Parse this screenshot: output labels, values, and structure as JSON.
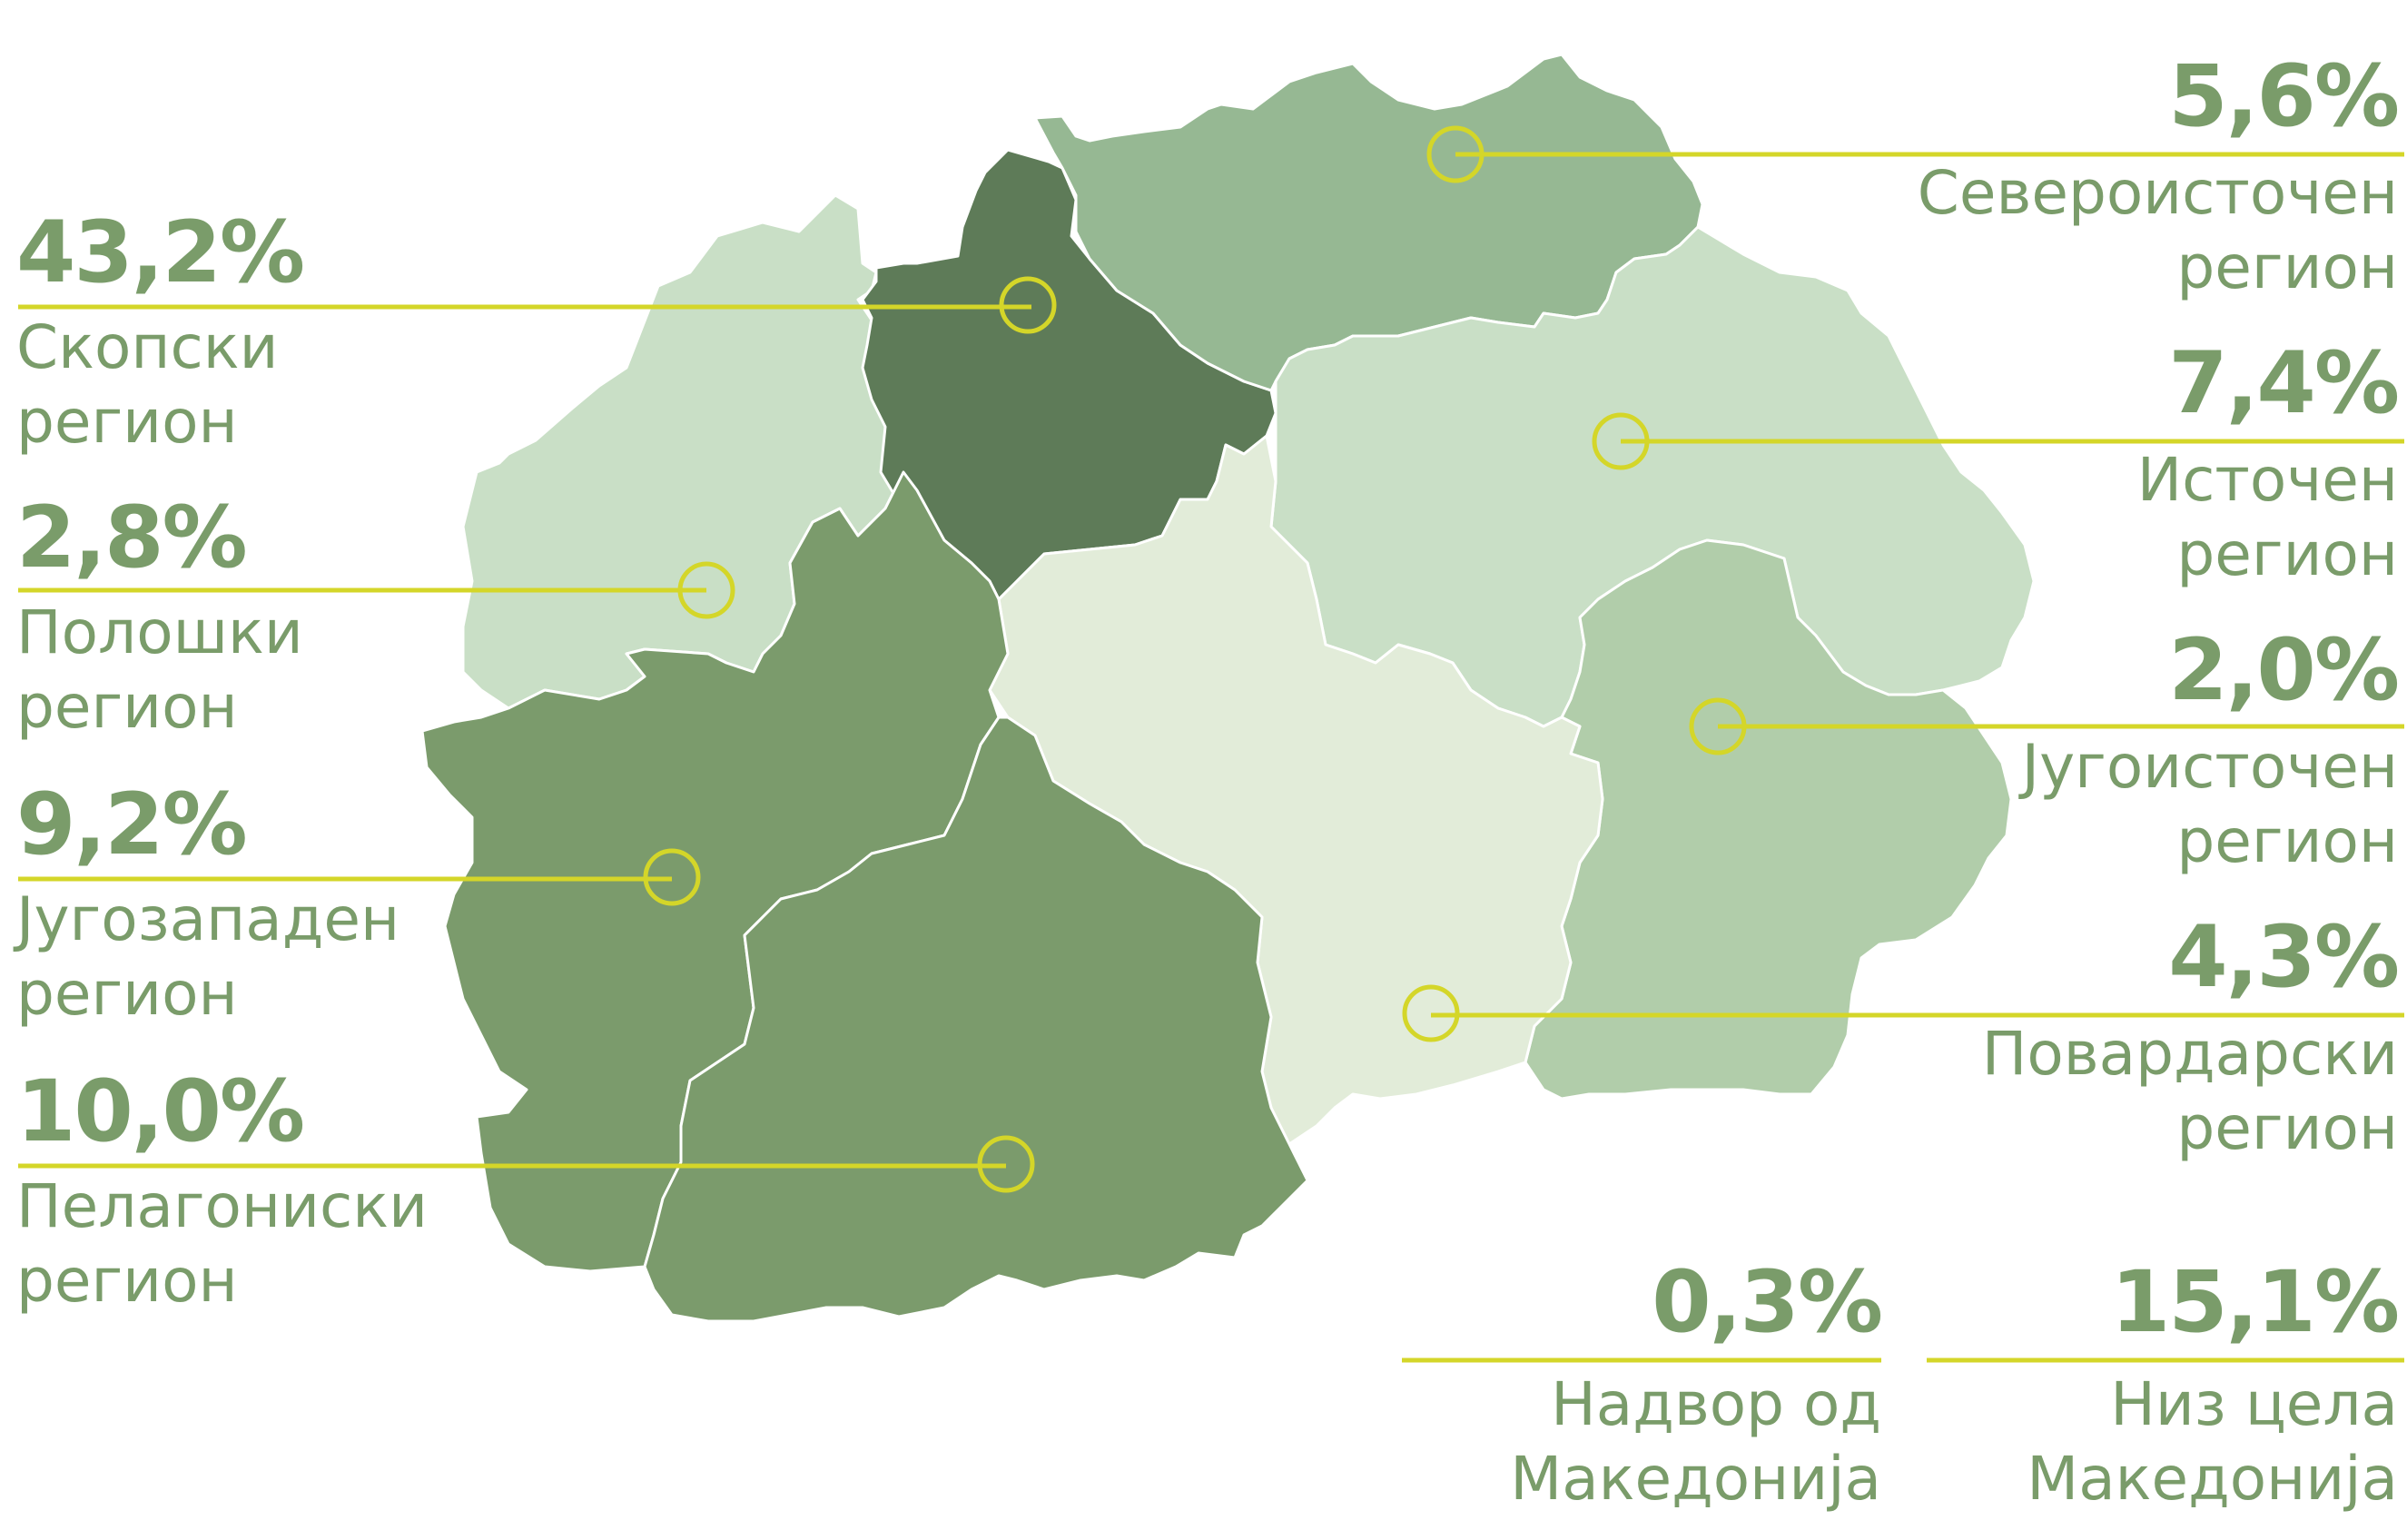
{
  "colors": {
    "skopski": "#5e7b58",
    "polog": "#c9dfc6",
    "southwest": "#7b9b6c",
    "pelagonia": "#7b9b6c",
    "northeast": "#96b893",
    "east": "#c9dfc6",
    "southeast": "#b1cdaa",
    "vardar": "#e2ecd9",
    "leader": "#d4d629",
    "label": "#7a9c6a"
  },
  "regions": [
    {
      "id": "skopski",
      "value": "43,2%",
      "name_line1": "Скопски",
      "name_line2": "регион"
    },
    {
      "id": "polog",
      "value": "2,8%",
      "name_line1": "Полошки",
      "name_line2": "регион"
    },
    {
      "id": "southwest",
      "value": "9,2%",
      "name_line1": "Југозападен",
      "name_line2": "регион"
    },
    {
      "id": "pelagonia",
      "value": "10,0%",
      "name_line1": "Пелагониски",
      "name_line2": "регион"
    },
    {
      "id": "northeast",
      "value": "5,6%",
      "name_line1": "Североисточен",
      "name_line2": "регион"
    },
    {
      "id": "east",
      "value": "7,4%",
      "name_line1": "Источен",
      "name_line2": "регион"
    },
    {
      "id": "southeast",
      "value": "2,0%",
      "name_line1": "Југоисточен",
      "name_line2": "регион"
    },
    {
      "id": "vardar",
      "value": "4,3%",
      "name_line1": "Повардарски",
      "name_line2": "регион"
    }
  ],
  "extras": [
    {
      "id": "abroad",
      "value": "0,3%",
      "name_line1": "Надвор од",
      "name_line2": "Македонија"
    },
    {
      "id": "nationwide",
      "value": "15,1%",
      "name_line1": "Низ цела",
      "name_line2": "Македонија"
    }
  ]
}
